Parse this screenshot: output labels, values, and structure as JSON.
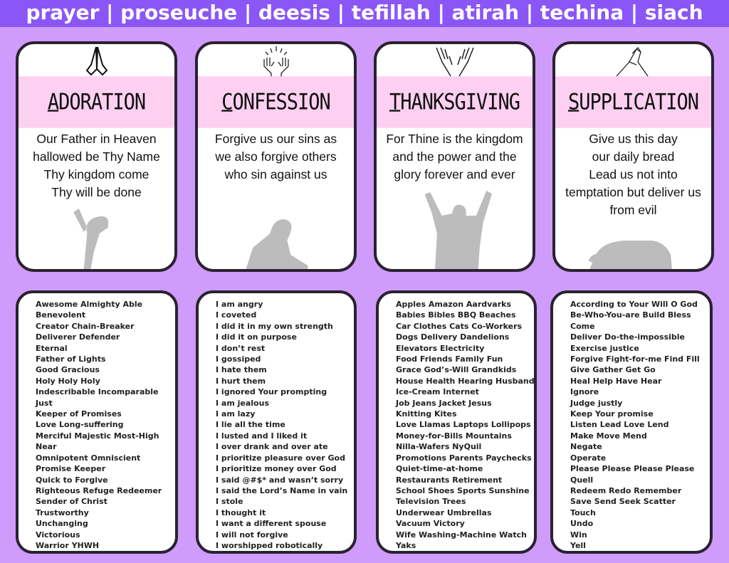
{
  "header": {
    "title": "prayer | proseuche | deesis | tefillah | atirah | techina | siach"
  },
  "cards": [
    {
      "first": "A",
      "rest": "DORATION",
      "icon": "praying-hands-icon",
      "verse": [
        "Our Father in Heaven",
        "hallowed be Thy Name",
        "Thy kingdom come",
        "Thy will be done"
      ]
    },
    {
      "first": "C",
      "rest": "ONFESSION",
      "icon": "open-hands-icon",
      "verse": [
        "Forgive us our sins as",
        "we also forgive others",
        "who sin against us"
      ]
    },
    {
      "first": "T",
      "rest": "HANKSGIVING",
      "icon": "raised-hands-icon",
      "verse": [
        "For Thine is the kingdom",
        "and the power and the",
        "glory forever and ever"
      ]
    },
    {
      "first": "S",
      "rest": "UPPLICATION",
      "icon": "clasped-hands-icon",
      "verse": [
        "Give us this day",
        "our daily bread",
        "Lead us not into",
        "temptation but deliver us",
        "from evil"
      ]
    }
  ],
  "lists": [
    [
      "Awesome Almighty Able",
      "Benevolent",
      "Creator Chain-Breaker",
      "Deliverer Defender",
      "Eternal",
      "Father of Lights",
      "Good Gracious",
      "Holy Holy Holy",
      "Indescribable Incomparable",
      "Just",
      "Keeper of Promises",
      "Love Long-suffering",
      "Merciful Majestic Most-High",
      "Near",
      "Omnipotent Omniscient",
      "Promise Keeper",
      "Quick to Forgive",
      "Righteous Refuge Redeemer",
      "Sender of Christ",
      "Trustworthy",
      "Unchanging",
      "Victorious",
      "Warrior YHWH"
    ],
    [
      "I am angry",
      "I coveted",
      "I did it in my own strength",
      "I did it on purpose",
      "I don’t rest",
      "I gossiped",
      "I hate them",
      "I hurt them",
      "I ignored Your prompting",
      "I am jealous",
      "I am lazy",
      "I lie all the time",
      "I lusted and I liked it",
      "I over drank and over ate",
      "I prioritize pleasure over God",
      "I prioritize money over God",
      "I said @#$* and wasn’t sorry",
      "I said the Lord’s Name in vain",
      "I stole",
      "I thought it",
      "I want a different spouse",
      "I will not forgive",
      "I worshipped robotically"
    ],
    [
      "Apples Amazon Aardvarks",
      "Babies Bibles BBQ Beaches",
      "Car Clothes Cats Co-Workers",
      "Dogs Delivery Dandelions",
      "Elevators Electricity",
      "Food Friends Family Fun",
      "Grace God’s-Will Grandkids",
      "House Health Hearing Husband",
      "Ice-Cream Internet",
      "Job Jeans Jacket Jesus",
      "Knitting Kites",
      "Love Llamas Laptops Lollipops",
      "Money-for-Bills Mountains",
      "Nilla-Wafers NyQuil",
      "Promotions Parents Paychecks",
      "Quiet-time-at-home",
      "Restaurants Retirement",
      "School Shoes Sports Sunshine",
      "Television Trees",
      "Underwear Umbrellas",
      "Vacuum Victory",
      "Wife Washing-Machine Watch",
      "Yaks"
    ],
    [
      "According to Your Will O God",
      "Be-Who-You-are Build Bless",
      "Come",
      "Deliver Do-the-impossible",
      "Exercise justice",
      "Forgive Fight-for-me Find Fill",
      "Give Gather Get Go",
      "Heal Help Have Hear",
      "Ignore",
      "Judge justly",
      "Keep Your promise",
      "Listen Lead Love Lend",
      "Make Move Mend",
      "Negate",
      "Operate",
      "Please Please Please Please",
      "Quell",
      "Redeem Redo Remember",
      "Save Send Seek Scatter",
      "Touch",
      "Undo",
      "Win",
      "Yell"
    ]
  ]
}
